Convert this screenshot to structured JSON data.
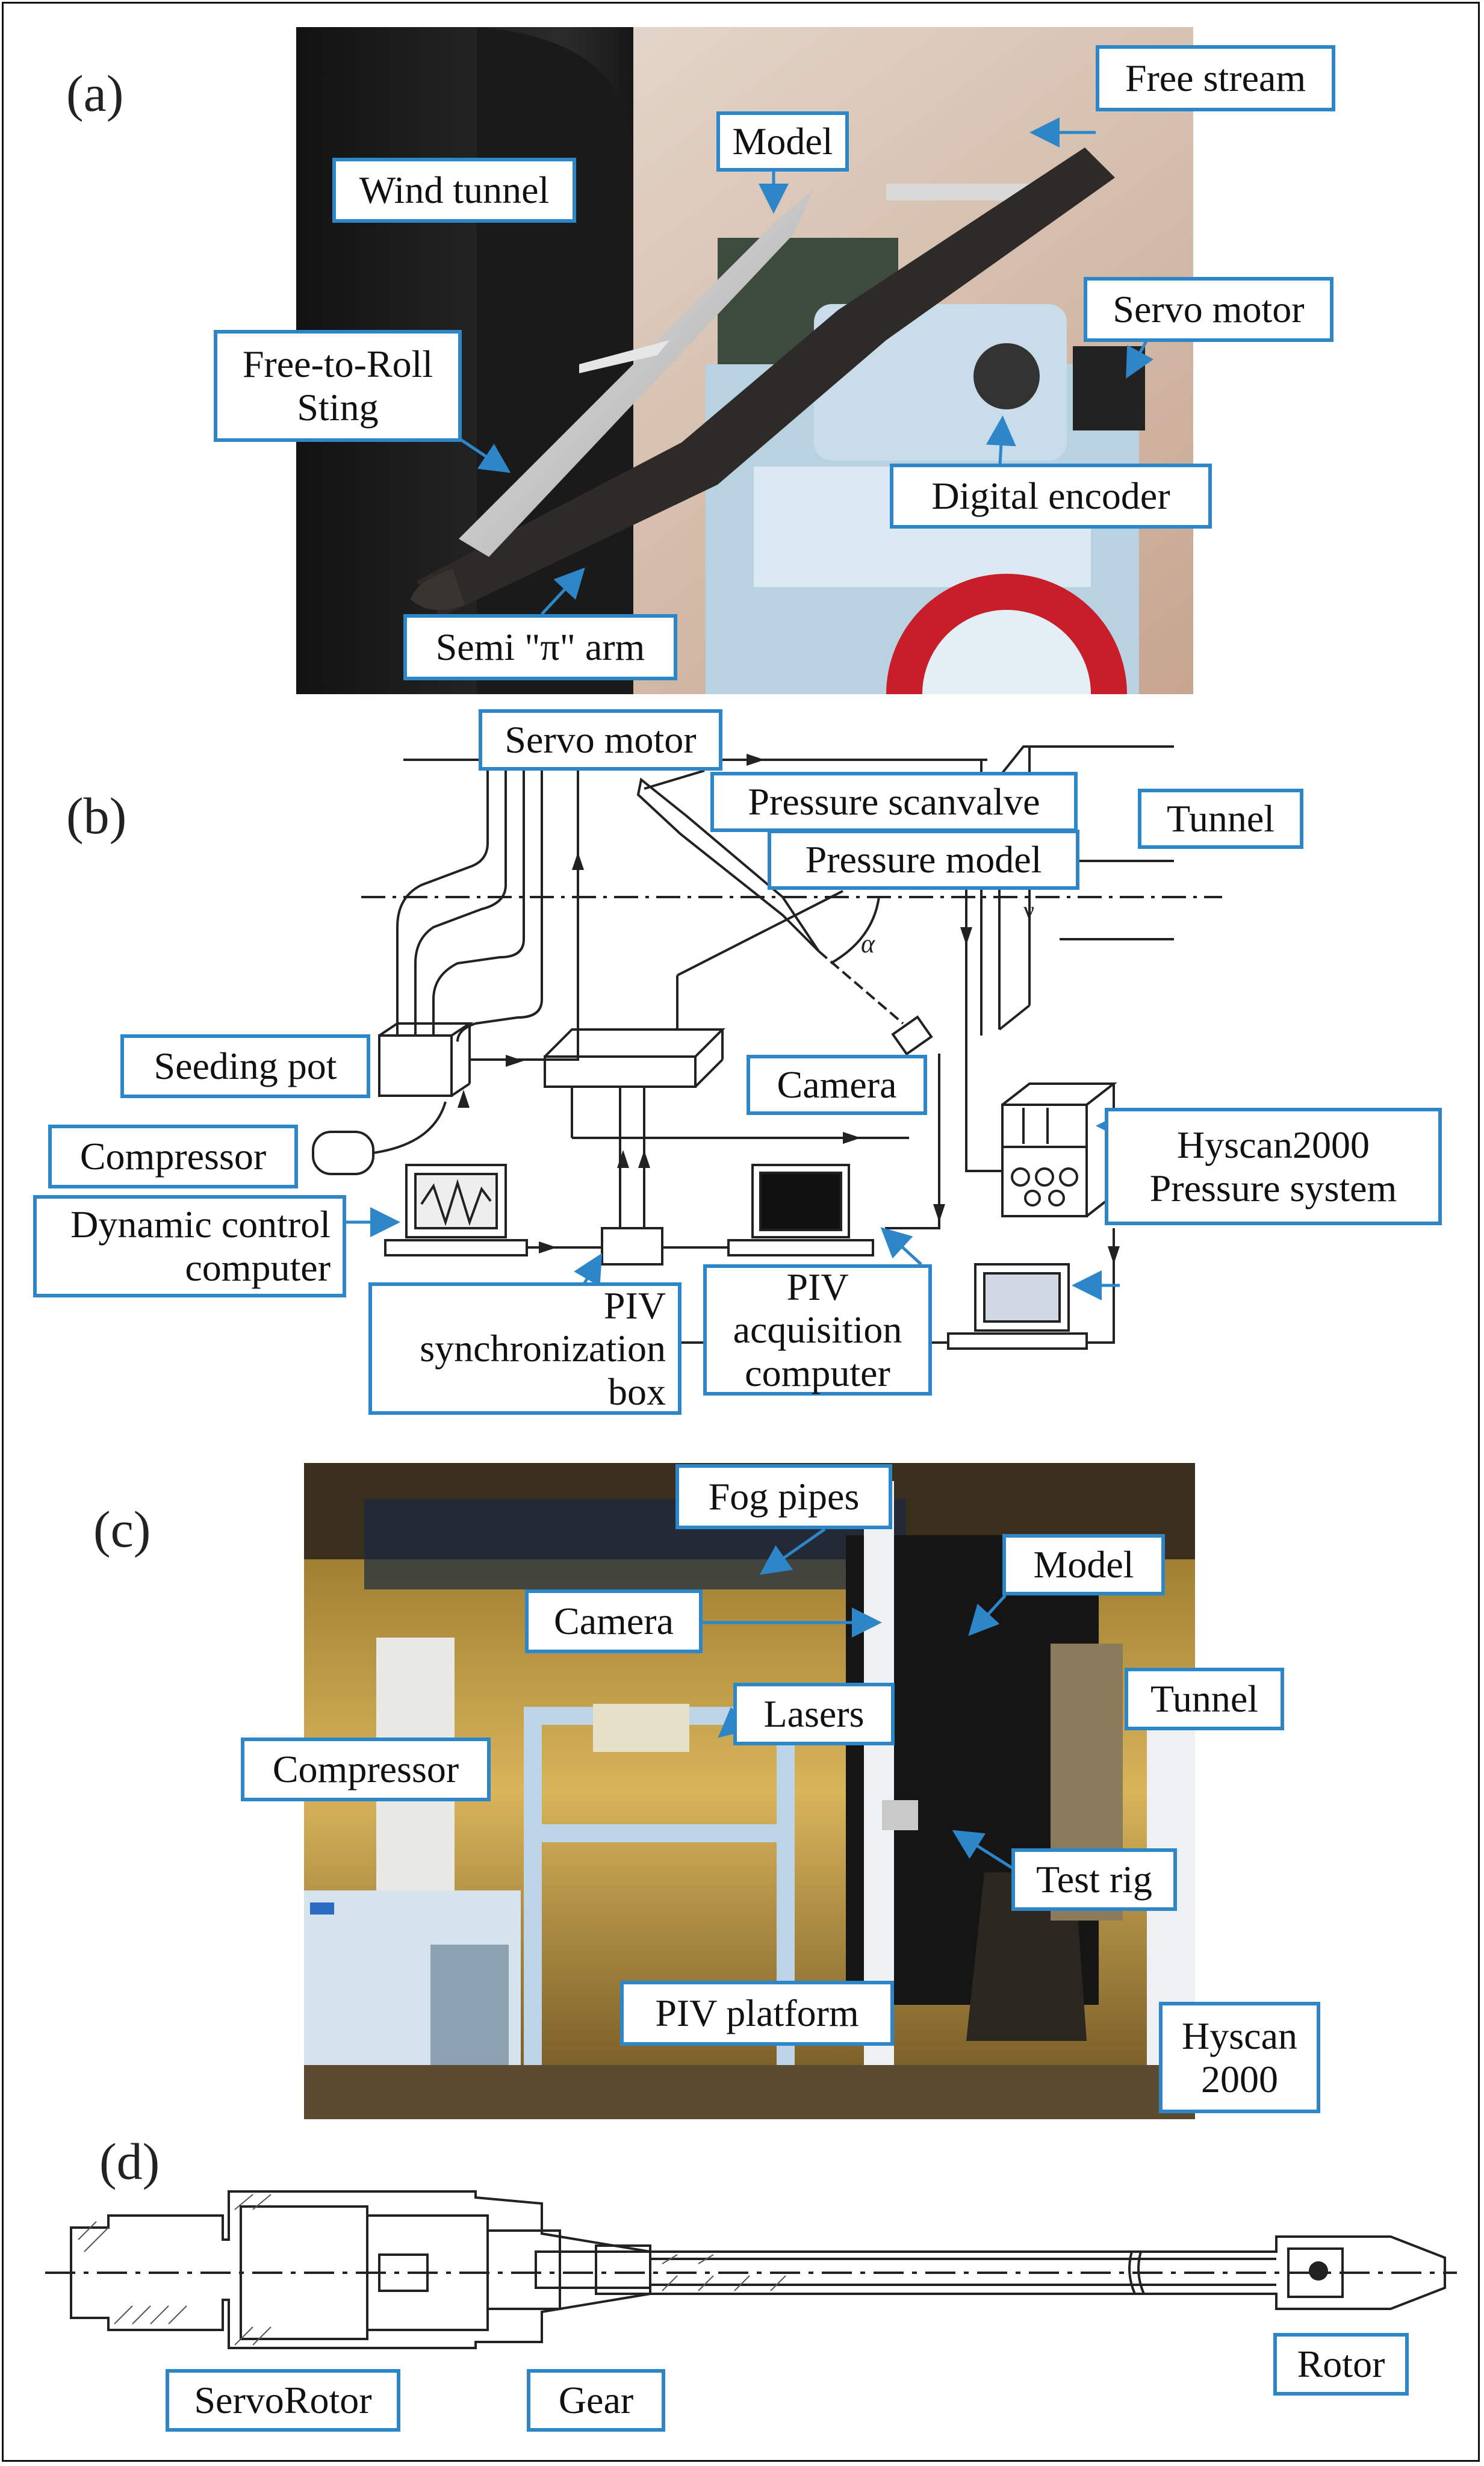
{
  "panels": {
    "a": {
      "letter": "(a)",
      "labels": {
        "free_stream": "Free stream",
        "model": "Model",
        "wind_tunnel": "Wind tunnel",
        "servo_motor": "Servo motor",
        "free_to_roll_1": "Free-to-Roll",
        "free_to_roll_2": "Sting",
        "digital_encoder": "Digital encoder",
        "semi_pi_arm": "Semi \"π\" arm"
      }
    },
    "b": {
      "letter": "(b)",
      "labels": {
        "servo_motor": "Servo motor",
        "pressure_scanvalve": "Pressure scanvalve",
        "tunnel": "Tunnel",
        "pressure_model": "Pressure model",
        "alpha": "α",
        "nu": "ν",
        "seeding_pot": "Seeding pot",
        "camera": "Camera",
        "compressor": "Compressor",
        "hyscan_1": "Hyscan2000",
        "hyscan_2": "Pressure system",
        "dynamic_1": "Dynamic control",
        "dynamic_2": "computer",
        "piv_sync_1": "PIV",
        "piv_sync_2": "synchronization",
        "piv_sync_3": "box",
        "piv_acq_1": "PIV",
        "piv_acq_2": "acquisition",
        "piv_acq_3": "computer"
      }
    },
    "c": {
      "letter": "(c)",
      "labels": {
        "fog_pipes": "Fog pipes",
        "model": "Model",
        "camera": "Camera",
        "tunnel": "Tunnel",
        "lasers": "Lasers",
        "compressor": "Compressor",
        "test_rig": "Test rig",
        "piv_platform": "PIV platform",
        "hyscan_1": "Hyscan",
        "hyscan_2": "2000"
      }
    },
    "d": {
      "letter": "(d)",
      "labels": {
        "servo_rotor": "ServoRotor",
        "gear": "Gear",
        "rotor": "Rotor"
      }
    }
  },
  "colors": {
    "label_border": "#2d86c7",
    "arrow": "#2d86c7",
    "line": "#222222"
  }
}
